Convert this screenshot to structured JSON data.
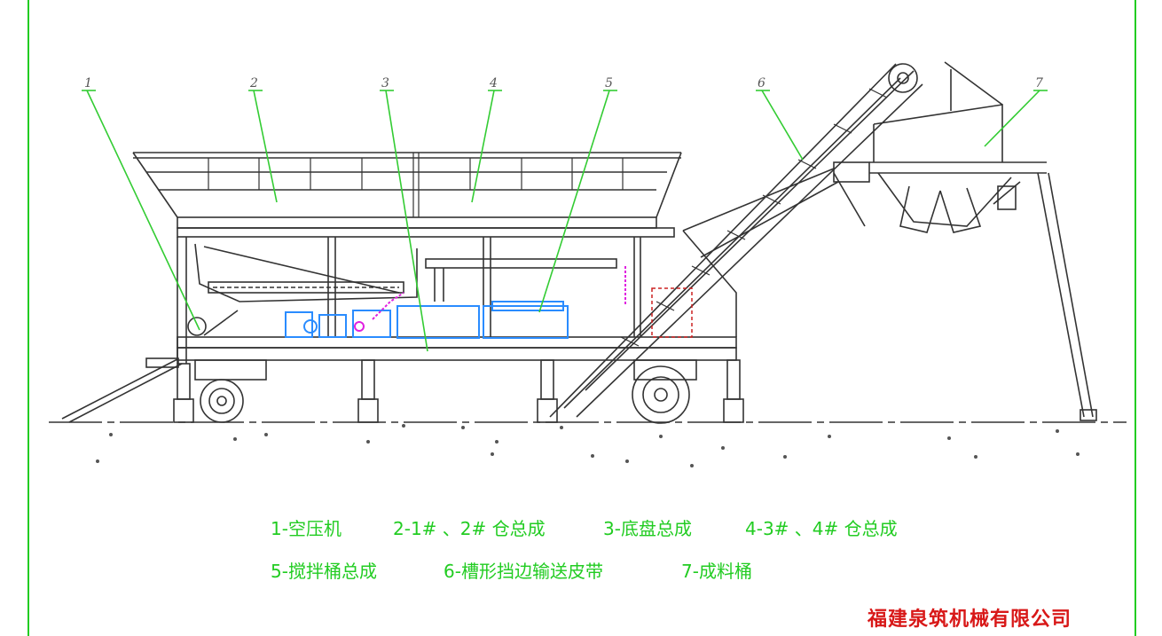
{
  "callouts": [
    "1",
    "2",
    "3",
    "4",
    "5",
    "6",
    "7"
  ],
  "legend": {
    "row1": [
      "1-空压机",
      "2-1# 、2# 仓总成",
      "3-底盘总成",
      "4-3# 、4# 仓总成"
    ],
    "row2": [
      "5-搅拌桶总成",
      "6-槽形挡边输送皮带",
      "7-成料桶"
    ]
  },
  "company": "福建泉筑机械有限公司",
  "colors": {
    "frame": "#22cc22",
    "leader": "#33cc33",
    "legend_text": "#22cc22",
    "company_text": "#d81818",
    "machine_line": "#333333",
    "mixer": "#2a8cff",
    "valve": "#e020e0",
    "dashed_box": "#cc2222"
  }
}
